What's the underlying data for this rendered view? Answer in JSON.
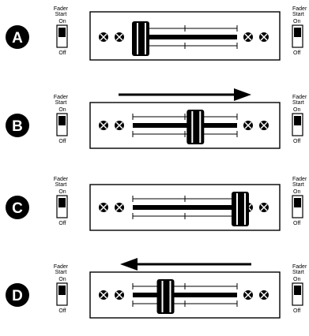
{
  "fader_start": {
    "title_line1": "Fader",
    "title_line2": "Start",
    "on_label": "On",
    "off_label": "Off"
  },
  "steps": [
    {
      "letter": "A",
      "fader_position": 0.0,
      "arrow": "none"
    },
    {
      "letter": "B",
      "fader_position": 0.55,
      "arrow": "right"
    },
    {
      "letter": "C",
      "fader_position": 1.0,
      "arrow": "none"
    },
    {
      "letter": "D",
      "fader_position": 0.25,
      "arrow": "left"
    }
  ],
  "colors": {
    "ink": "#000000",
    "background": "#ffffff"
  }
}
